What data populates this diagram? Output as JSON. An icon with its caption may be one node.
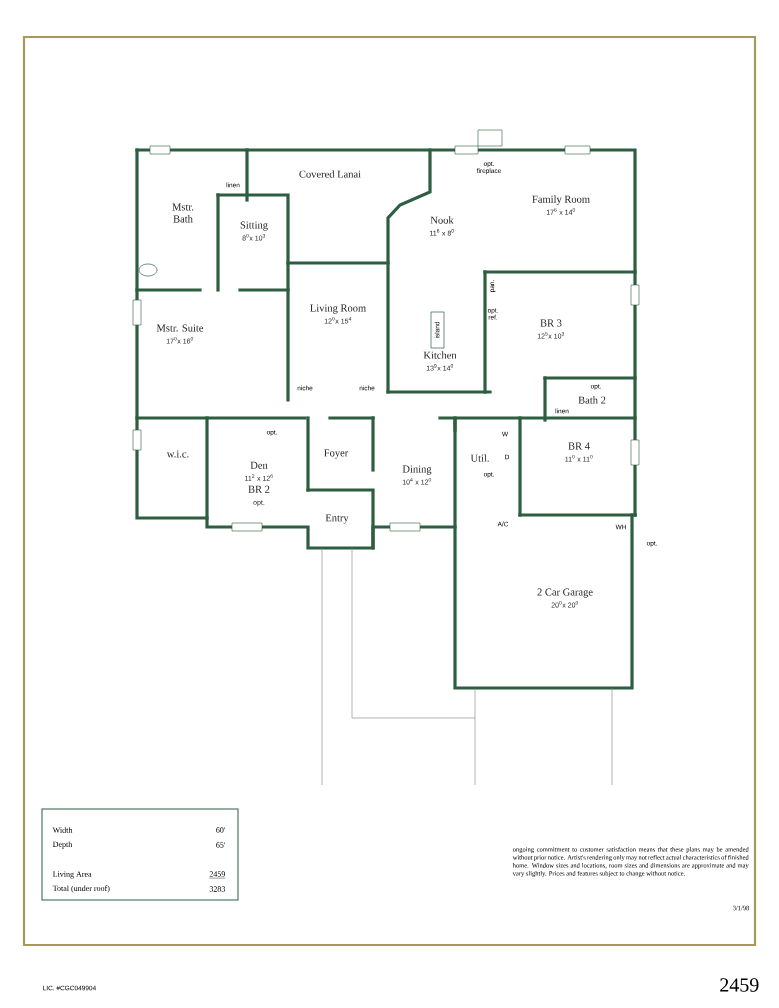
{
  "diagram": {
    "nodes": [
      {
        "text": [
          "Covered Lanai"
        ]
      },
      {
        "text": [
          "Mstr. Bath"
        ]
      },
      {
        "text": [
          "Sitting",
          "8$^{0}$x 10$^{3}$"
        ]
      },
      {
        "text": [
          "Nook",
          "11$^{6}$ x 8$^{0}$"
        ]
      },
      {
        "text": [
          "Family Room",
          "17$^{6}$ x 14$^{0}$"
        ]
      },
      {
        "text": [
          "Living Room",
          "12$^{0}$x 15$^{4}$"
        ]
      },
      {
        "text": [
          "Mstr. Suite",
          "17$^{0}$x 16$^{0}$"
        ]
      },
      {
        "text": [
          "Kitchen",
          "13$^{9}$x 14$^{0}$"
        ]
      },
      {
        "text": [
          "BR 3",
          "12$^{5}$x 10$^{3}$"
        ]
      },
      {
        "text": [
          "Bath 2"
        ]
      },
      {
        "text": [
          "w.i.c."
        ]
      },
      {
        "text": [
          "Den",
          "11$^{2}$ x 12$^{6}$",
          "BR 2",
          "opt."
        ]
      },
      {
        "text": [
          "Foyer"
        ]
      },
      {
        "text": [
          "Dining",
          "10$^{4}$ x 12$^{0}$"
        ]
      },
      {
        "text": [
          "Util."
        ]
      },
      {
        "text": [
          "BR 4",
          "11$^{0}$ x 11$^{0}$"
        ]
      },
      {
        "text": [
          "Entry"
        ]
      },
      {
        "text": [
          "2 Car Garage",
          "20$^{0}$x 20$^{0}$"
        ]
      }
    ],
    "labels": [
      "opt. fireplace",
      "linen",
      "pan.",
      "opt. ref.",
      "island",
      "niche",
      "niche",
      "opt.",
      "opt.",
      "linen",
      "W",
      "D",
      "opt.",
      "A/C",
      "WH",
      "opt.",
      "Width",
      "60'",
      "Depth",
      "65'",
      "Living Area",
      "2459",
      "Total (under roof)",
      "3283",
      "ongoing commitment to customer satisfaction means that these plans may be amended without prior notice. Artist's rendering only may not reflect actual characteristics of finished home. Window sizes and locations, room sizes and dimensions are approximate and may vary slightly. Prices and features subject to change without notice.",
      "3/1/98",
      "2459",
      "LIC. #CGC049904"
    ]
  }
}
